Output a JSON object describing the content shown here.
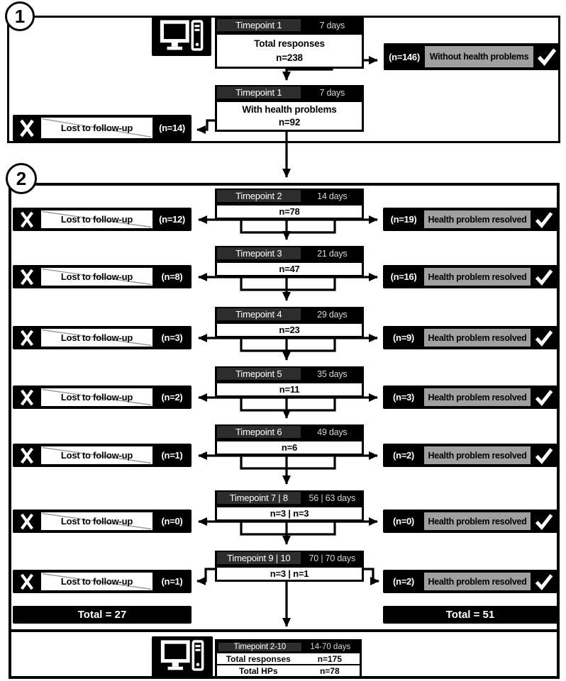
{
  "sections": {
    "s1": {
      "badge": "1",
      "tp_a": {
        "label": "Timepoint 1",
        "days": "7 days",
        "line1": "Total responses",
        "line2": "n=238"
      },
      "right": {
        "count": "(n=146)",
        "label": "Without health problems"
      },
      "tp_b": {
        "label": "Timepoint 1",
        "days": "7 days",
        "line1": "With health problems",
        "line2": "n=92"
      },
      "left": {
        "label": "Lost to follow-up",
        "count": "(n=14)"
      }
    },
    "s2": {
      "badge": "2",
      "lost_label": "Lost to follow-up",
      "resolved_label": "Health problem resolved",
      "rows": [
        {
          "label": "Timepoint 2",
          "days": "14 days",
          "n": "n=78",
          "lost": "(n=12)",
          "resolved": "(n=19)"
        },
        {
          "label": "Timepoint 3",
          "days": "21 days",
          "n": "n=47",
          "lost": "(n=8)",
          "resolved": "(n=16)"
        },
        {
          "label": "Timepoint 4",
          "days": "29 days",
          "n": "n=23",
          "lost": "(n=3)",
          "resolved": "(n=9)"
        },
        {
          "label": "Timepoint 5",
          "days": "35 days",
          "n": "n=11",
          "lost": "(n=2)",
          "resolved": "(n=3)"
        },
        {
          "label": "Timepoint 6",
          "days": "49 days",
          "n": "n=6",
          "lost": "(n=1)",
          "resolved": "(n=2)"
        },
        {
          "label": "Timepoint 7 | 8",
          "days": "56 | 63 days",
          "n": "n=3 | n=3",
          "lost": "(n=0)",
          "resolved": "(n=0)"
        },
        {
          "label": "Timepoint 9 | 10",
          "days": "70 | 70 days",
          "n": "n=3 | n=1",
          "lost": "(n=1)",
          "resolved": "(n=2)"
        }
      ],
      "total_left": "Total = 27",
      "total_right": "Total = 51"
    },
    "s3": {
      "header_label": "Timepoint 2-10",
      "header_days": "14-70 days",
      "rows": [
        [
          "Total responses",
          "n=175"
        ],
        [
          "Total HPs",
          "n=78"
        ]
      ]
    }
  },
  "icons": {
    "computer": "desktop-computer",
    "check": "check-mark",
    "cross": "x-mark"
  },
  "colors": {
    "black": "#000000",
    "header_dark_gray": "#2d2d2d",
    "resolved_gray": "#a0a0a0",
    "days_text": "#d6d6d6",
    "diag_line": "#9a9a9a",
    "white": "#ffffff"
  }
}
